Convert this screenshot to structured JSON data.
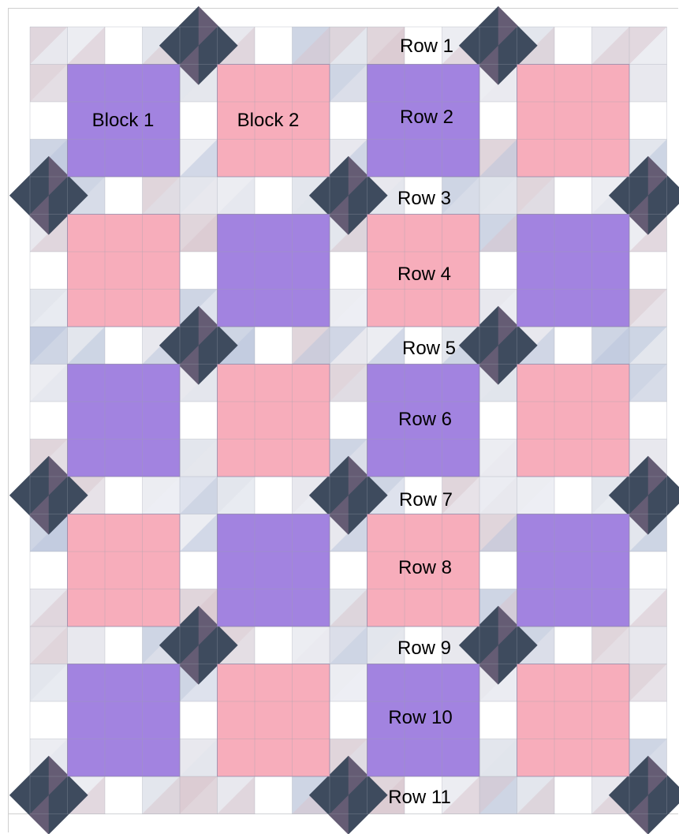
{
  "diagram": {
    "block_labels": [
      "Block 1",
      "Block 2"
    ],
    "row_labels": [
      "Row 1",
      "Row 2",
      "Row 3",
      "Row 4",
      "Row 5",
      "Row 6",
      "Row 7",
      "Row 8",
      "Row 9",
      "Row 10",
      "Row 11"
    ],
    "center_square_pattern": [
      [
        "purple",
        "pink",
        "purple",
        "pink"
      ],
      [
        "pink",
        "purple",
        "pink",
        "purple"
      ],
      [
        "purple",
        "pink",
        "purple",
        "pink"
      ],
      [
        "pink",
        "purple",
        "pink",
        "purple"
      ],
      [
        "purple",
        "pink",
        "purple",
        "pink"
      ]
    ],
    "colors": {
      "purple": "#a283e0",
      "pink": "#f7adbb",
      "navy_print": "#3e4b5e",
      "mauve": "#6c5f78",
      "light_print": "#e8e8ee",
      "blue_print": "#b8c4dc",
      "dusty_pink": "#d8c4cc",
      "white": "#ffffff",
      "seam": "#9aa0ac"
    }
  }
}
